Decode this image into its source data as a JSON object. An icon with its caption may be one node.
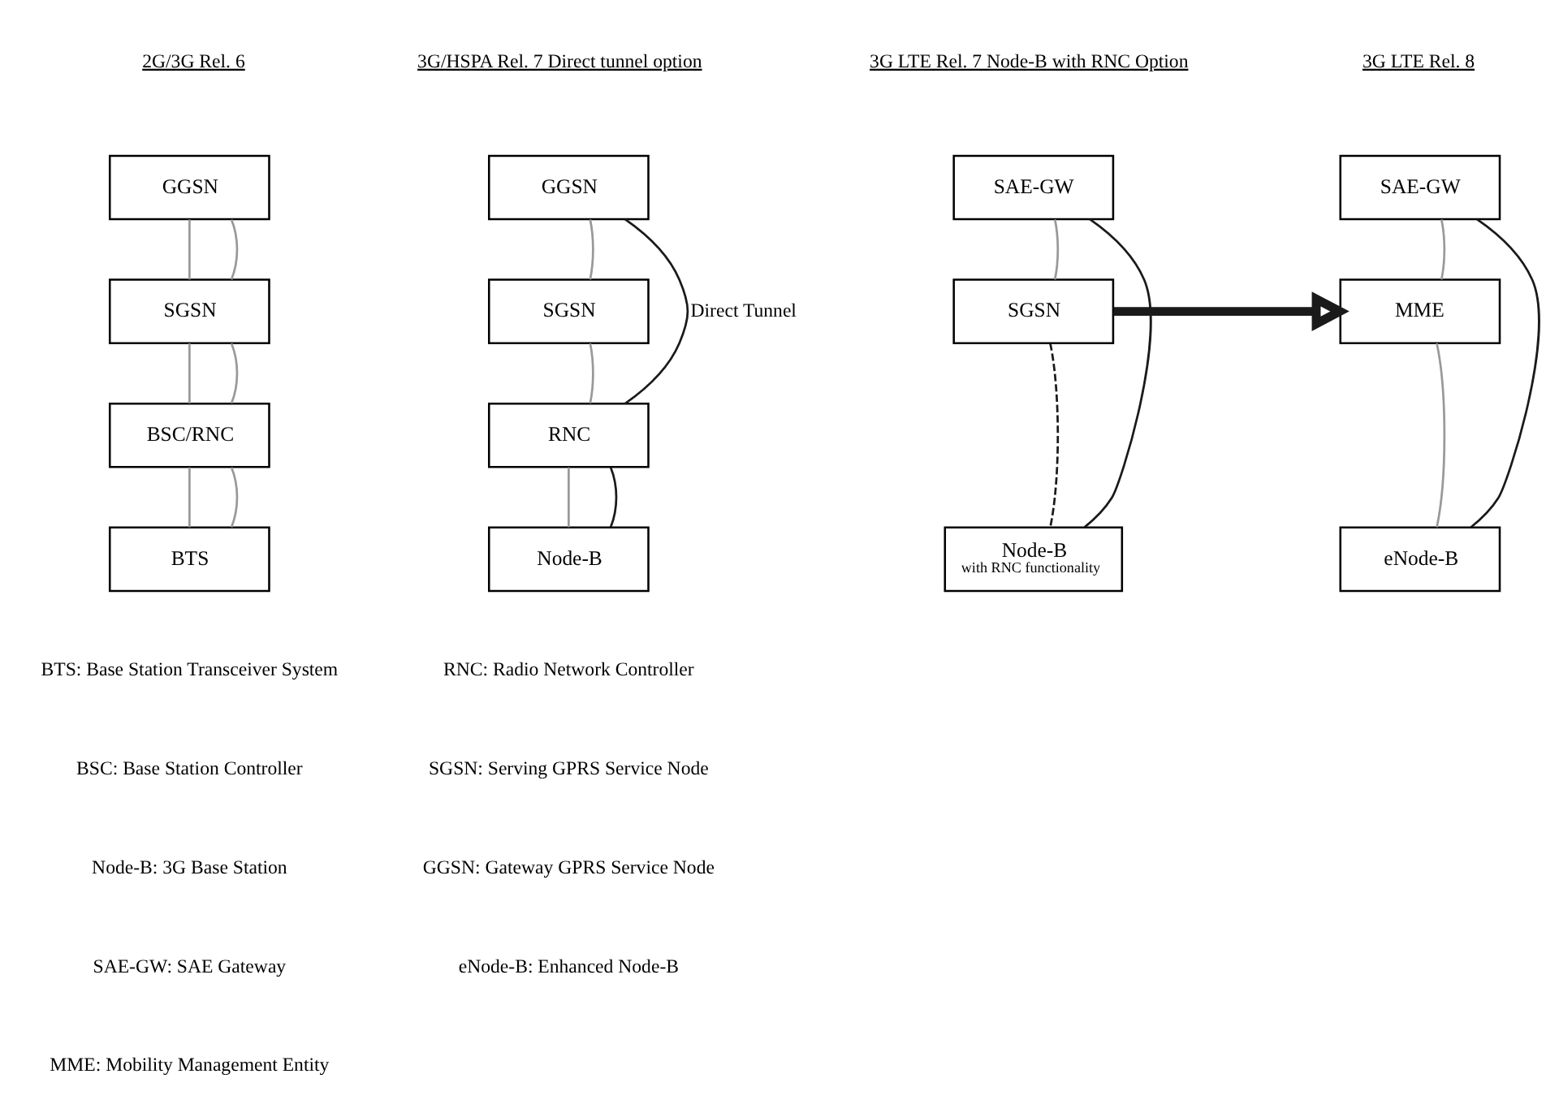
{
  "diagram": {
    "nodes": [
      {
        "text": [
          "GGSN"
        ]
      },
      {
        "text": [
          "SGSN"
        ]
      },
      {
        "text": [
          "BSC/RNC"
        ]
      },
      {
        "text": [
          "BTS"
        ]
      },
      {
        "text": [
          "GGSN"
        ]
      },
      {
        "text": [
          "SGSN"
        ]
      },
      {
        "text": [
          "RNC"
        ]
      },
      {
        "text": [
          "Node-B"
        ]
      },
      {
        "text": [
          "SAE-GW"
        ]
      },
      {
        "text": [
          "SGSN"
        ]
      },
      {
        "text": [
          "Node-B",
          "with RNC functionality"
        ]
      },
      {
        "text": [
          "SAE-GW"
        ]
      },
      {
        "text": [
          "MME"
        ]
      },
      {
        "text": [
          "eNode-B"
        ]
      }
    ],
    "edges": [
      {
        "from": 0,
        "to": 1,
        "arrow": "none"
      },
      {
        "from": 0,
        "to": 1,
        "arrow": "none"
      },
      {
        "from": 1,
        "to": 2,
        "arrow": "none"
      },
      {
        "from": 1,
        "to": 2,
        "arrow": "none"
      },
      {
        "from": 2,
        "to": 3,
        "arrow": "none"
      },
      {
        "from": 2,
        "to": 3,
        "arrow": "none"
      },
      {
        "from": 4,
        "to": 5,
        "arrow": "none"
      },
      {
        "from": 5,
        "to": 6,
        "arrow": "none"
      },
      {
        "from": 4,
        "to": 6,
        "arrow": "none",
        "label": "Direct Tunnel",
        "color": "#1a1a1a"
      },
      {
        "from": 6,
        "to": 7,
        "arrow": "none"
      },
      {
        "from": 6,
        "to": 7,
        "arrow": "none",
        "color": "#1a1a1a"
      },
      {
        "from": 8,
        "to": 9,
        "arrow": "none"
      },
      {
        "from": 9,
        "to": 10,
        "arrow": "none",
        "style": "dashed",
        "color": "#1a1a1a"
      },
      {
        "from": 8,
        "to": 10,
        "arrow": "none",
        "color": "#1a1a1a"
      },
      {
        "from": 11,
        "to": 12,
        "arrow": "none"
      },
      {
        "from": 12,
        "to": 13,
        "arrow": "none"
      },
      {
        "from": 11,
        "to": 13,
        "arrow": "none",
        "color": "#1a1a1a"
      },
      {
        "from": 9,
        "to": 12,
        "arrow": "to",
        "style": "thick",
        "color": "#1a1a1a"
      }
    ],
    "labels": [
      "2G/3G Rel. 6",
      "3G/HSPA Rel. 7 Direct tunnel option",
      "3G LTE Rel. 7 Node-B with RNC Option",
      "3G LTE Rel. 8",
      "BTS: Base Station Transceiver System",
      "RNC: Radio Network Controller",
      "BSC: Base Station Controller",
      "SGSN: Serving GPRS Service Node",
      "Node-B: 3G Base Station",
      "GGSN: Gateway GPRS Service Node",
      "SAE-GW: SAE Gateway",
      "eNode-B: Enhanced Node-B",
      "MME: Mobility Management Entity"
    ]
  }
}
